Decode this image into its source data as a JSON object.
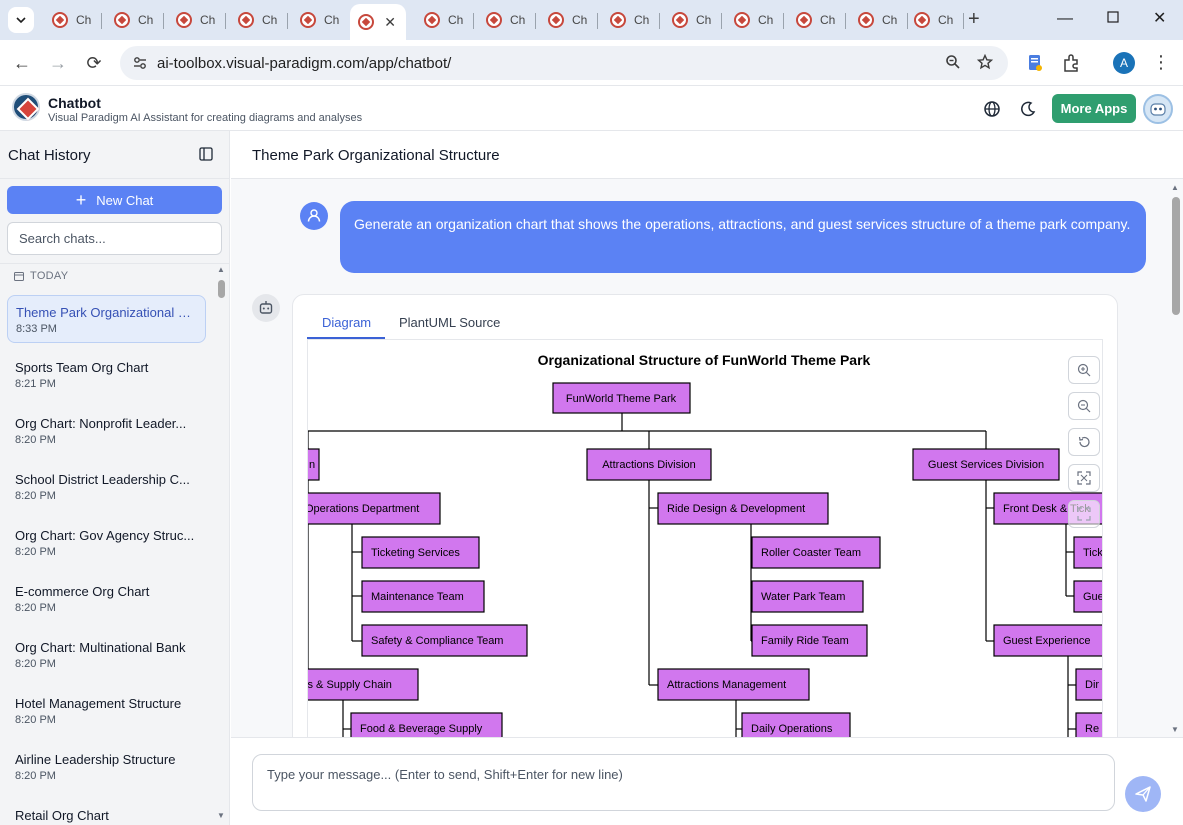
{
  "browser": {
    "tabs": [
      {
        "label": "Ch"
      },
      {
        "label": "Ch"
      },
      {
        "label": "Ch"
      },
      {
        "label": "Ch"
      },
      {
        "label": "Ch"
      },
      {
        "label": ""
      },
      {
        "label": "Ch"
      },
      {
        "label": "Ch"
      },
      {
        "label": "Ch"
      },
      {
        "label": "Ch"
      },
      {
        "label": "Ch"
      },
      {
        "label": "Ch"
      },
      {
        "label": "Ch"
      },
      {
        "label": "Ch"
      },
      {
        "label": "Ch"
      }
    ],
    "url": "ai-toolbox.visual-paradigm.com/app/chatbot/",
    "profile_initial": "A"
  },
  "app": {
    "title": "Chatbot",
    "subtitle": "Visual Paradigm AI Assistant for creating diagrams and analyses",
    "more_apps": "More Apps"
  },
  "sidebar": {
    "title": "Chat History",
    "new_chat": "New Chat",
    "search_placeholder": "Search chats...",
    "section": "TODAY",
    "items": [
      {
        "title": "Theme Park Organizational S...",
        "time": "8:33 PM"
      },
      {
        "title": "Sports Team Org Chart",
        "time": "8:21 PM"
      },
      {
        "title": "Org Chart: Nonprofit Leader...",
        "time": "8:20 PM"
      },
      {
        "title": "School District Leadership C...",
        "time": "8:20 PM"
      },
      {
        "title": "Org Chart: Gov Agency Struc...",
        "time": "8:20 PM"
      },
      {
        "title": "E-commerce Org Chart",
        "time": "8:20 PM"
      },
      {
        "title": "Org Chart: Multinational Bank",
        "time": "8:20 PM"
      },
      {
        "title": "Hotel Management Structure",
        "time": "8:20 PM"
      },
      {
        "title": "Airline Leadership Structure",
        "time": "8:20 PM"
      },
      {
        "title": "Retail Org Chart",
        "time": ""
      }
    ]
  },
  "conversation": {
    "title": "Theme Park Organizational Structure",
    "user_message": "Generate an organization chart that shows the operations, attractions, and guest services structure of a theme park company.",
    "tabs": {
      "diagram": "Diagram",
      "source": "PlantUML Source"
    },
    "composer_placeholder": "Type your message... (Enter to send, Shift+Enter for new line)"
  },
  "diagram": {
    "title": "Organizational Structure of FunWorld Theme Park",
    "root": "FunWorld Theme Park",
    "divisions": [
      "n",
      "Attractions Division",
      "Guest Services Division"
    ],
    "departments": [
      "Operations Department",
      "cs & Supply Chain",
      "Ride Design & Development",
      "Attractions Management",
      "Front Desk & Tick",
      "Guest Experience"
    ],
    "teams": [
      "Ticketing Services",
      "Maintenance Team",
      "Safety & Compliance Team",
      "Food & Beverage Supply",
      "Roller Coaster Team",
      "Water Park Team",
      "Family Ride Team",
      "Daily Operations",
      "Tick",
      "Gue",
      "Dir",
      "Re"
    ],
    "node_color": "#d177ee",
    "zoom_controls": [
      "zoom-in-icon",
      "zoom-out-icon",
      "reset-icon",
      "fit-icon",
      "fullscreen-icon"
    ]
  },
  "colors": {
    "accent": "#5b82f4",
    "more_apps": "#2f9e6f",
    "tabstrip": "#dfe7f3"
  }
}
